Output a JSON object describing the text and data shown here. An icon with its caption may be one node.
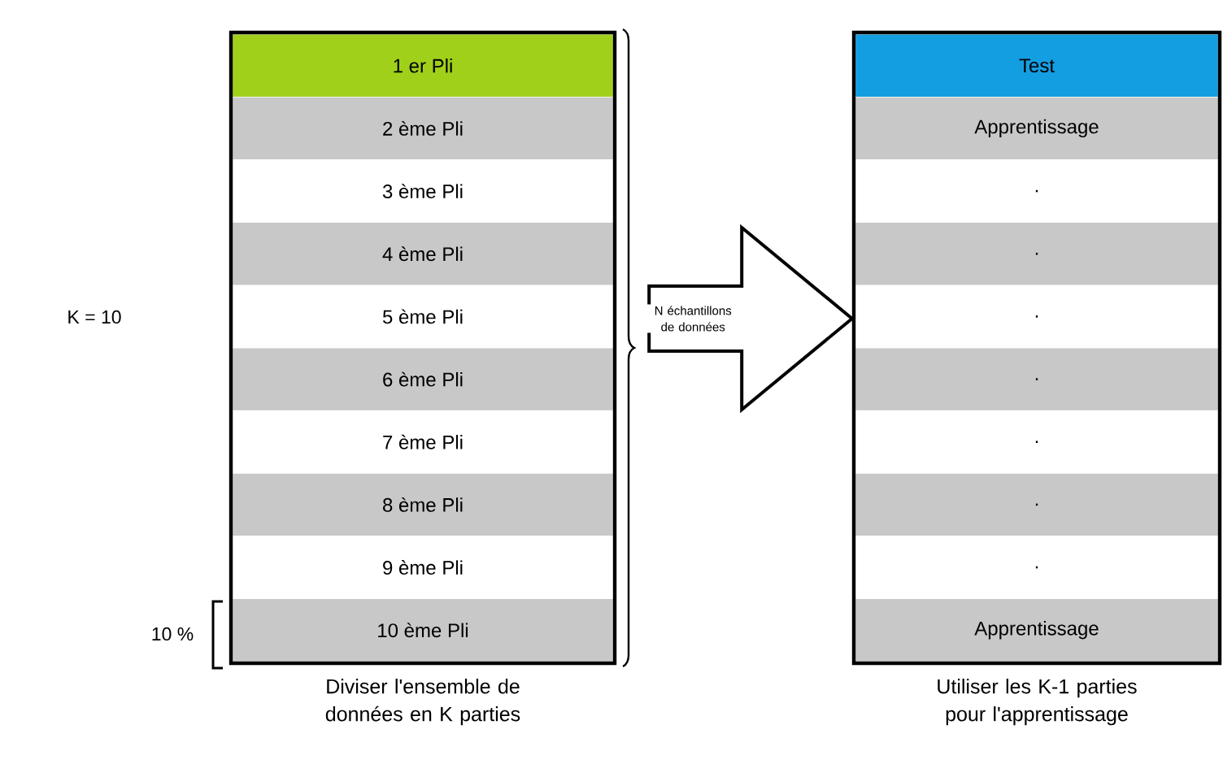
{
  "diagram": {
    "nodes": [
      {
        "text": [],
        "shape": "box",
        "beside": [
          "Diviser l'ensemble de données en K parties"
        ]
      },
      {
        "text": [
          "1 er Pli"
        ],
        "in": 0
      },
      {
        "text": [
          "2 ème Pli"
        ],
        "in": 0
      },
      {
        "text": [
          "3 ème Pli"
        ],
        "in": 0
      },
      {
        "text": [
          "4 ème Pli"
        ],
        "in": 0
      },
      {
        "text": [
          "5 ème Pli"
        ],
        "in": 0
      },
      {
        "text": [
          "6 ème Pli"
        ],
        "in": 0
      },
      {
        "text": [
          "7 ème Pli"
        ],
        "in": 0
      },
      {
        "text": [
          "8 ème Pli"
        ],
        "in": 0
      },
      {
        "text": [
          "9 ème Pli"
        ],
        "in": 0
      },
      {
        "text": [
          "10 ème Pli"
        ],
        "in": 0
      },
      {
        "text": [],
        "shape": "box",
        "beside": [
          "Utiliser les K-1 parties pour l'apprentissage"
        ]
      },
      {
        "text": [
          "Test"
        ],
        "in": 11
      },
      {
        "text": [
          "Apprentissage"
        ],
        "in": 11
      },
      {
        "text": [
          "."
        ],
        "in": 11
      },
      {
        "text": [
          "."
        ],
        "in": 11
      },
      {
        "text": [
          "."
        ],
        "in": 11
      },
      {
        "text": [
          "."
        ],
        "in": 11
      },
      {
        "text": [
          "."
        ],
        "in": 11
      },
      {
        "text": [
          "."
        ],
        "in": 11
      },
      {
        "text": [
          "."
        ],
        "in": 11
      },
      {
        "text": [
          "Apprentissage"
        ],
        "in": 11
      }
    ],
    "edges": [
      {
        "from": 0,
        "to": 11,
        "arrow": "to",
        "label": "N échantillons de données"
      }
    ],
    "labels": [
      "K = 10",
      "10 %"
    ]
  }
}
